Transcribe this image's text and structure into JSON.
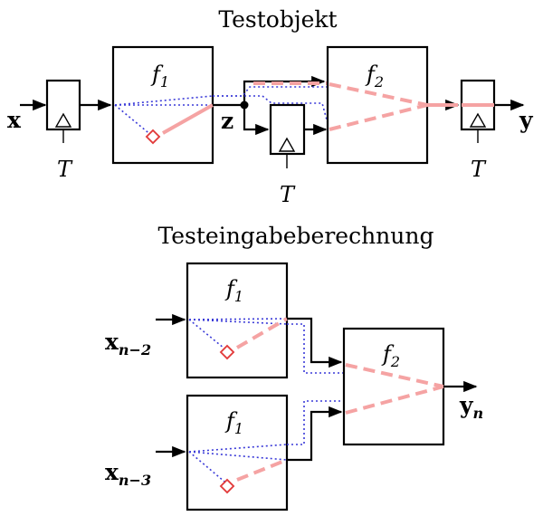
{
  "titles": {
    "top": "Testobjekt",
    "bottom": "Testeingabeberechnung"
  },
  "top": {
    "input": "x",
    "output": "y",
    "junction": "z",
    "f1": {
      "base": "f",
      "sub": "1"
    },
    "f2": {
      "base": "f",
      "sub": "2"
    },
    "clock": "T"
  },
  "bottom": {
    "input_upper": {
      "base": "x",
      "sub": "n−2"
    },
    "input_lower": {
      "base": "x",
      "sub": "n−3"
    },
    "output": {
      "base": "y",
      "sub": "n"
    },
    "f1": {
      "base": "f",
      "sub": "1"
    },
    "f2": {
      "base": "f",
      "sub": "2"
    }
  },
  "colors": {
    "wire": "#000000",
    "dotted_path": "#3a3ad8",
    "highlight_path": "#f5a3a3",
    "fault_marker": "#e23a3a"
  },
  "icons": [
    "delay-element",
    "clock-triangle",
    "fault-diamond"
  ]
}
